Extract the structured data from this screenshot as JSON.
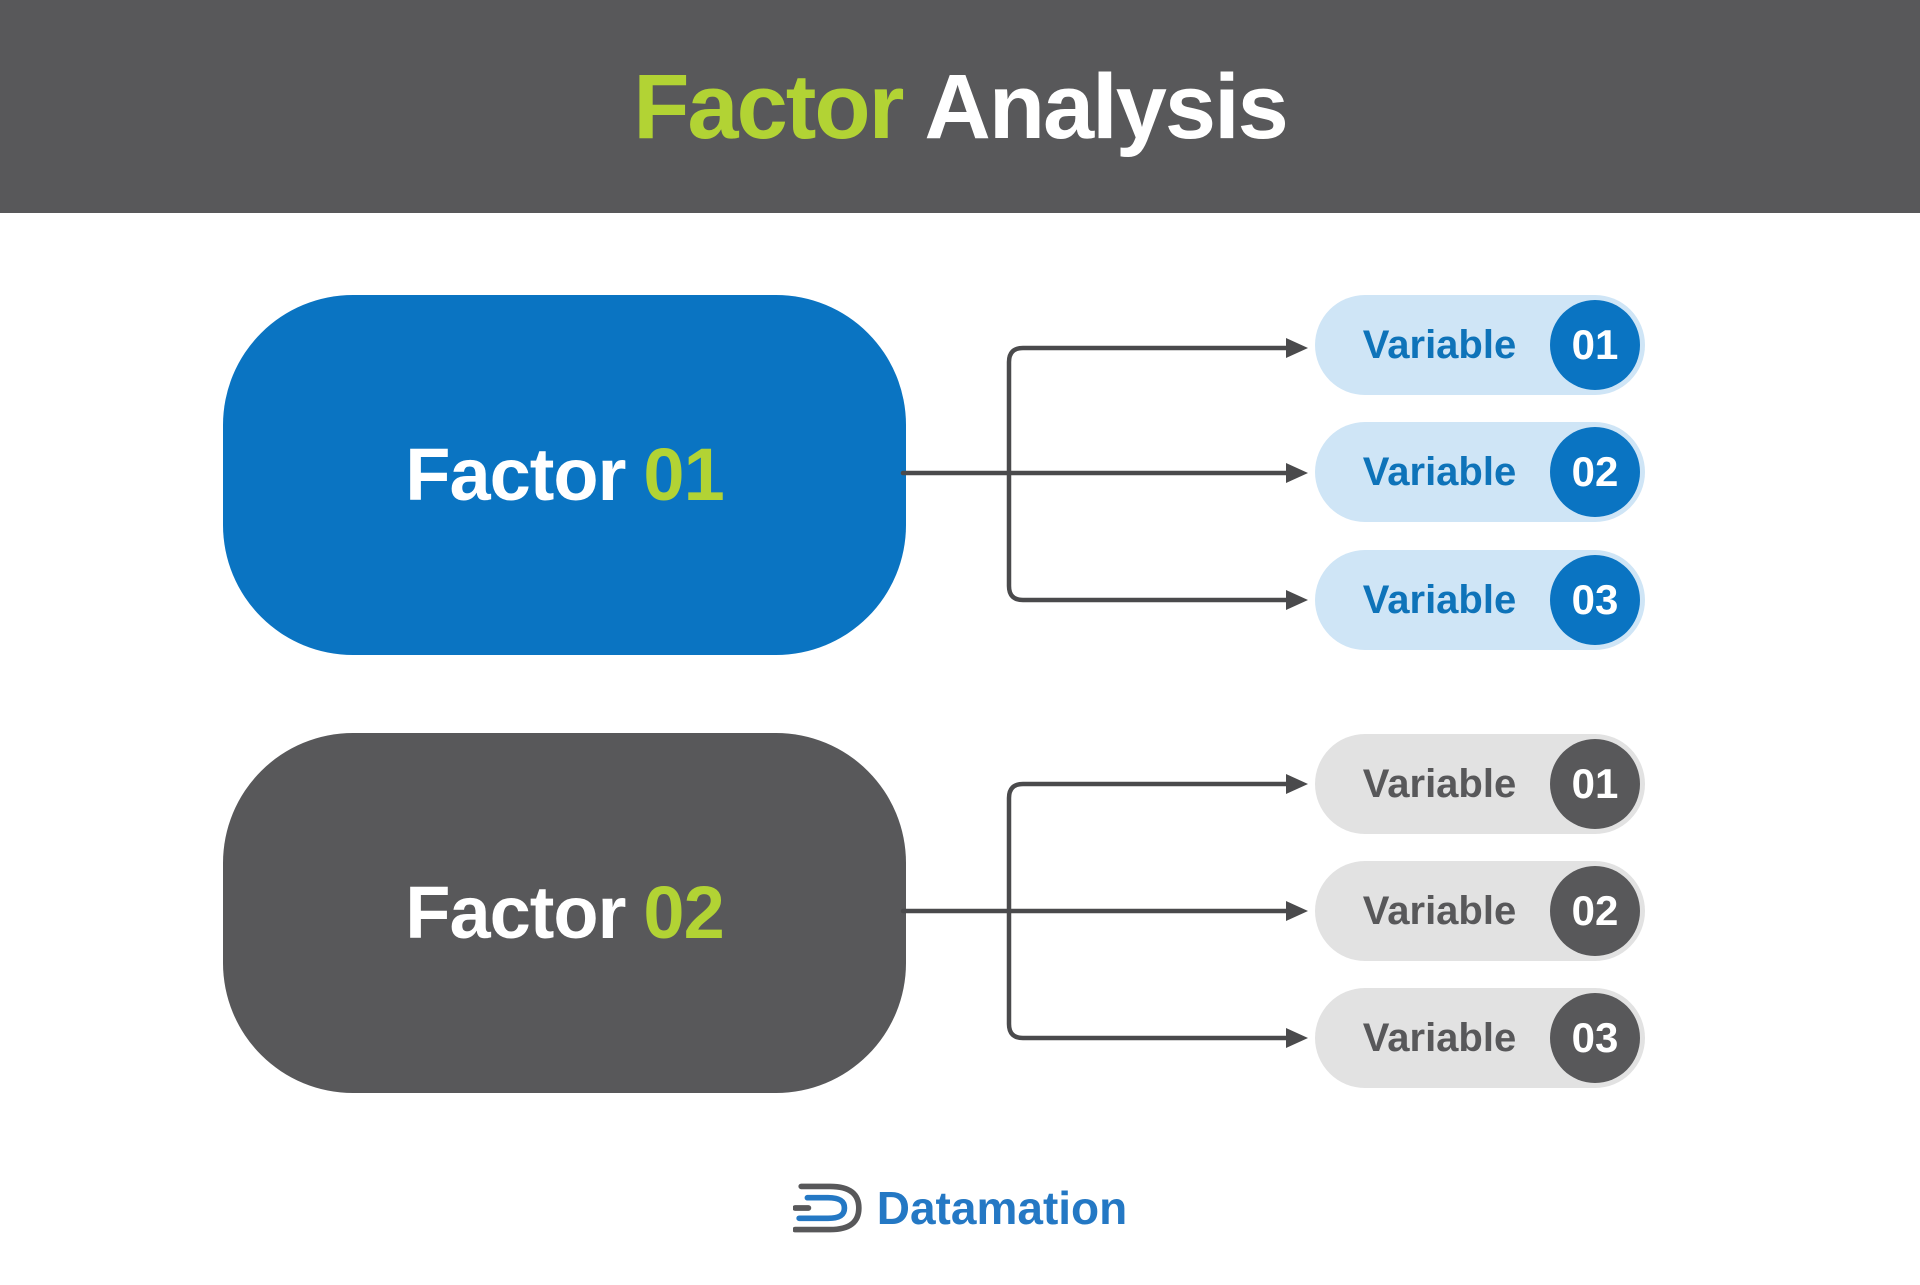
{
  "header": {
    "title_part1": "Factor",
    "title_part2": "Analysis"
  },
  "groups": [
    {
      "factor": {
        "label": "Factor",
        "number": "01",
        "theme": "blue"
      },
      "variables": [
        {
          "label": "Variable",
          "number": "01"
        },
        {
          "label": "Variable",
          "number": "02"
        },
        {
          "label": "Variable",
          "number": "03"
        }
      ]
    },
    {
      "factor": {
        "label": "Factor",
        "number": "02",
        "theme": "gray"
      },
      "variables": [
        {
          "label": "Variable",
          "number": "01"
        },
        {
          "label": "Variable",
          "number": "02"
        },
        {
          "label": "Variable",
          "number": "03"
        }
      ]
    }
  ],
  "footer": {
    "brand": "Datamation"
  },
  "colors": {
    "bg": "#ffffff",
    "header-gray": "#58585a",
    "dark-gray": "#58585a",
    "line-gray": "#4a4a4c",
    "lime": "#b2d334",
    "blue": "#0a74c2",
    "blue-text": "#0e73b9",
    "light-blue": "#cfe5f6",
    "light-gray": "#e2e2e2",
    "brand-blue": "#2478c4",
    "white": "#ffffff"
  }
}
